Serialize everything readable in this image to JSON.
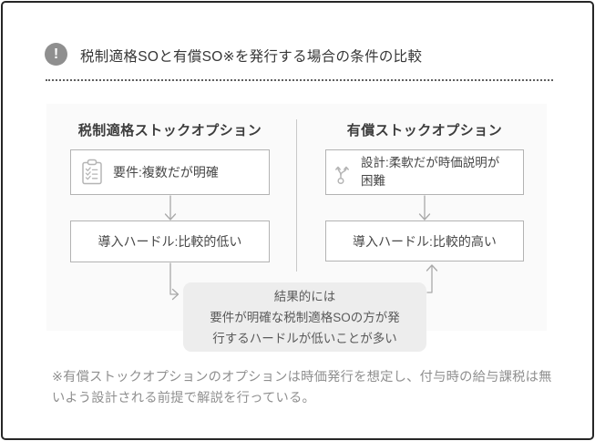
{
  "header": {
    "icon": "exclamation-icon",
    "title": "税制適格SOと有償SO※を発行する場合の条件の比較"
  },
  "columns": {
    "left": {
      "heading": "税制適格ストックオプション",
      "box1": {
        "icon": "clipboard-checklist-icon",
        "text": "要件:複数だが明確"
      },
      "box2": {
        "text": "導入ハードル:比較的低い"
      }
    },
    "right": {
      "heading": "有償ストックオプション",
      "box1": {
        "icon": "branch-arrows-icon",
        "line1": "設計:柔軟だが時価説明が",
        "line2": "困難"
      },
      "box2": {
        "text": "導入ハードル:比較的高い"
      }
    }
  },
  "result": {
    "line1": "結果的には",
    "line2": "要件が明確な税制適格SOの方が発",
    "line3": "行するハードルが低いことが多い"
  },
  "footnote": "※有償ストックオプションのオプションは時価発行を想定し、付与時の給与課税は無いよう設計される前提で解説を行っている。",
  "colors": {
    "card_border": "#262626",
    "alert_circle": "#8f8f8f",
    "box_border": "#b3b3b3",
    "result_bg": "#ededed",
    "connector": "#a9a9a9",
    "divider": "#c9c9c9",
    "title_text": "#363636",
    "footnote_text": "#8f8f8f"
  }
}
